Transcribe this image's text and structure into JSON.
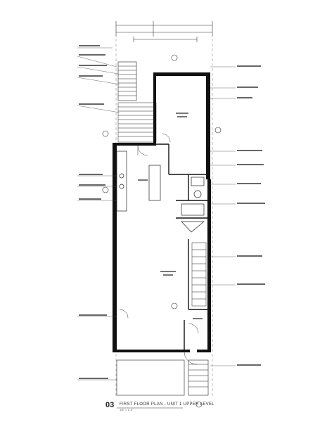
{
  "drawing": {
    "number": "03",
    "title": "FIRST FLOOR PLAN - UNIT 1 UPPER LEVEL",
    "scale": "1/4\" = 1'-0\""
  }
}
